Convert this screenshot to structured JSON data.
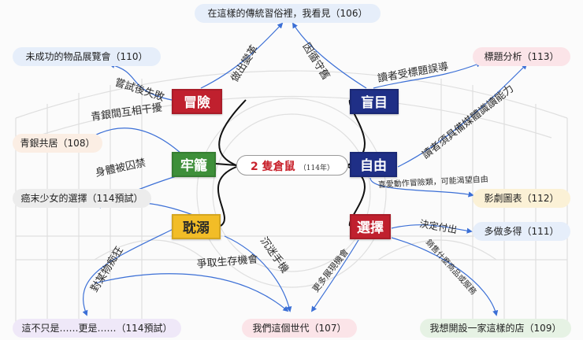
{
  "center": {
    "title": "2 隻倉鼠",
    "subtitle": "（114年）"
  },
  "nodes": {
    "adventure": "冒險",
    "cage": "牢籠",
    "addiction": "耽溺",
    "blind": "盲目",
    "freedom": "自由",
    "choice": "選擇"
  },
  "leaves": {
    "top": "在這樣的傳統習俗裡，我看見（106）",
    "exhibition": "未成功的物品展覽會（110）",
    "cohabit": "青銀共居（108）",
    "terminal": "癌末少女的選擇（114預試）",
    "notonly": "這不只是……更是……（114預試）",
    "generation": "我們這個世代（107）",
    "shop": "我想開設一家這樣的店（109）",
    "moredo": "多做多得（111）",
    "chart": "影劇圖表（112）",
    "headline": "標題分析（113）"
  },
  "edge_labels": {
    "break_away": "做出變革",
    "conform": "因循守舊",
    "attempt_fail": "嘗試後失敗",
    "intergen": "青銀間互相干擾",
    "body_trapped": "身體被囚禁",
    "readers_misled": "讀者受標題誤導",
    "media_literacy": "讀者須具備媒體識讀能力",
    "prefer_adventure": "喜愛動作冒險類，可能渴望自由",
    "decide_pay": "決定付出",
    "sell_what": "銷售什麼商品或服務",
    "more_opportunity": "更多展現機會",
    "compete_survive": "爭取生存機會",
    "phone_obsess": "沉迷手機",
    "obsessed_items": "對某物痴狂"
  },
  "colors": {
    "red_node": "#c0202e",
    "green_node": "#3e8f3a",
    "yellow_node": "#f2bd27",
    "navy_node": "#1f2f86",
    "branch": "#111111",
    "connector": "#3b6fd6",
    "pill_blue": "#e6eefa",
    "pill_pink": "#fbe4e8",
    "pill_green": "#e6f2e4",
    "pill_yellow": "#fbf1d6",
    "pill_purple": "#efe8f8",
    "pill_gray": "#ececec",
    "pill_cream": "#fbeee4"
  }
}
